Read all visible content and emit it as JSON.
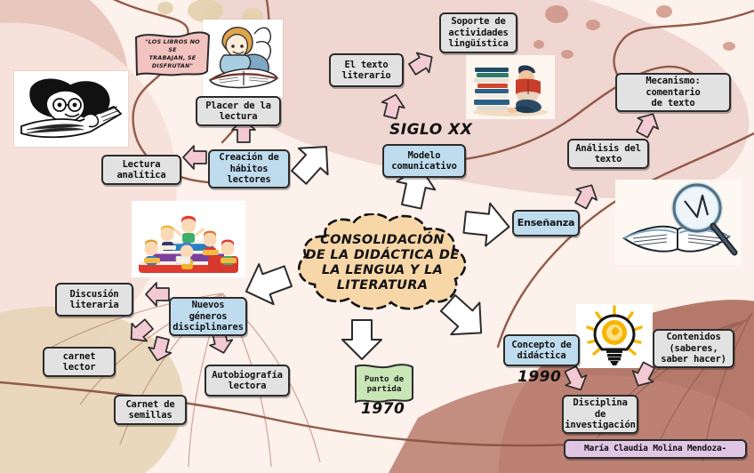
{
  "title": "CONSOLIDACIÓN DE LA DIDÁCTICA DE LA LENGUA Y LA LITERATURA",
  "central": {
    "label": "CONSOLIDACIÓN\nDE LA DIDÁCTICA DE\nLA LENGUA Y LA\nLITERATURA",
    "fill": "#f7d6a8"
  },
  "quote_banner": {
    "label": "\"LOS LIBROS NO SE\nTRABAJAN, SE\nDISFRUTAN\"",
    "fill": "#f3c3c0"
  },
  "start_banner": {
    "label": "Punto de\npartida",
    "fill": "#c9e6b7"
  },
  "eras": [
    {
      "label": "SIGLO XX"
    },
    {
      "label": "1970"
    },
    {
      "label": "1990"
    }
  ],
  "author": {
    "label": "María Claudia Molina Mendoza-",
    "fill": "#e0c6e4"
  },
  "colors": {
    "node_gray": "#e2e2e2",
    "node_blue": "#bfdcee",
    "outline": "#2b2b2b",
    "arrow_pink": "#f3c9d4",
    "arrow_white": "#ffffff",
    "background": "#fdf1ec",
    "bg_rose": "#efd5cf",
    "bg_brown": "#b5796b",
    "bg_tan": "#e6d3b4"
  },
  "nodes": [
    {
      "id": "placer-de-la-lectura",
      "label": "Placer de la\nlectura",
      "style": "gray"
    },
    {
      "id": "creacion-de-habitos-lectores",
      "label": "Creación de\nhábitos\nlectores",
      "style": "blue"
    },
    {
      "id": "lectura-analitica",
      "label": "Lectura\nanalítica",
      "style": "gray"
    },
    {
      "id": "el-texto-literario",
      "label": "El texto\nliterario",
      "style": "gray"
    },
    {
      "id": "soporte-de-actividades",
      "label": "Soporte de\nactividades\nlingüística",
      "style": "gray"
    },
    {
      "id": "modelo-comunicativo",
      "label": "Modelo\ncomunicativo",
      "style": "blue"
    },
    {
      "id": "mecanismo-comentario",
      "label": "Mecanismo:\ncomentario\nde texto",
      "style": "gray"
    },
    {
      "id": "analisis-del-texto",
      "label": "Análisis del\ntexto",
      "style": "gray"
    },
    {
      "id": "ensenanza",
      "label": "Enseñanza",
      "style": "blue"
    },
    {
      "id": "concepto-de-didactica",
      "label": "Concepto de\ndidáctica",
      "style": "blue"
    },
    {
      "id": "contenidos-saberes",
      "label": "Contenidos\n(saberes,\nsaber hacer)",
      "style": "gray"
    },
    {
      "id": "disciplina-de-investigacion",
      "label": "Disciplina\nde\ninvestigación",
      "style": "gray"
    },
    {
      "id": "nuevos-generos",
      "label": "Nuevos\ngéneros\ndisciplinares",
      "style": "blue"
    },
    {
      "id": "discusion-literaria",
      "label": "Discusión\nliteraria",
      "style": "gray"
    },
    {
      "id": "carnet-lector",
      "label": "carnet\nlector",
      "style": "gray"
    },
    {
      "id": "carnet-de-semillas",
      "label": "Carnet de\nsemillas",
      "style": "gray"
    },
    {
      "id": "autobiografia-lectora",
      "label": "Autobiografía\nlectora",
      "style": "gray"
    }
  ],
  "images": [
    {
      "id": "mafalda-reading-illustration",
      "caption": "person reading a book"
    },
    {
      "id": "child-reading-illustration",
      "caption": "child lying down reading"
    },
    {
      "id": "person-with-book-stack-illustration",
      "caption": "person reading beside stack of books"
    },
    {
      "id": "children-on-books-illustration",
      "caption": "children sitting on stacked books"
    },
    {
      "id": "book-magnifier-illustration",
      "caption": "open book with magnifying glass"
    },
    {
      "id": "lightbulb-illustration",
      "caption": "glowing light bulb"
    }
  ]
}
